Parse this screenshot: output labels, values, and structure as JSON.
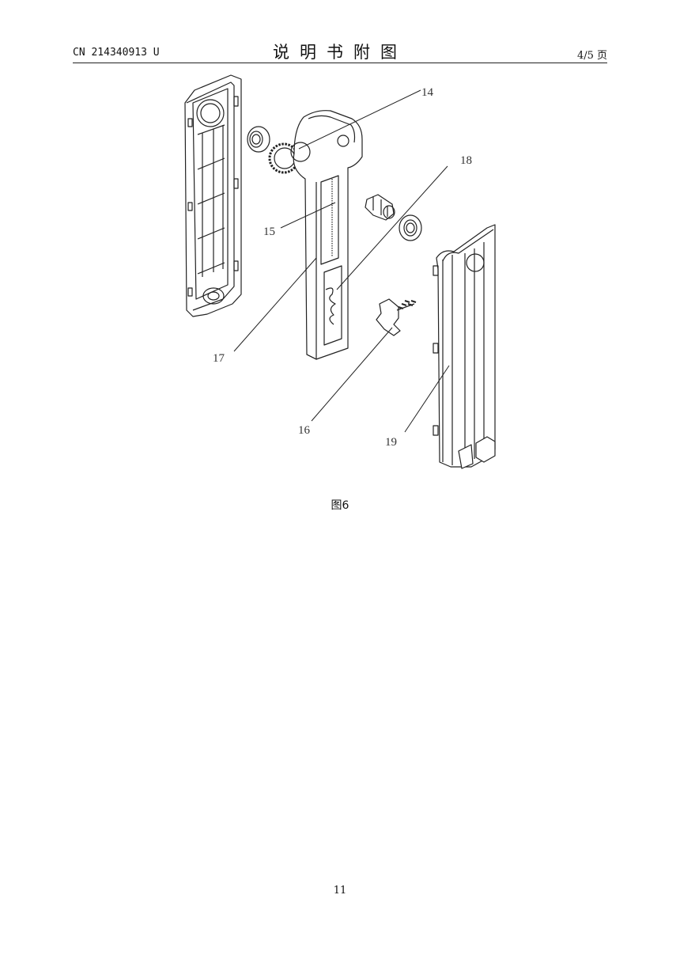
{
  "header": {
    "pub_number": "CN 214340913 U",
    "title": "说明书附图",
    "page_indicator": "4/5 页"
  },
  "figure": {
    "labels": {
      "l14": "14",
      "l15": "15",
      "l16": "16",
      "l17": "17",
      "l18": "18",
      "l19": "19"
    },
    "caption": "图6"
  },
  "footer": {
    "page_number": "11"
  }
}
